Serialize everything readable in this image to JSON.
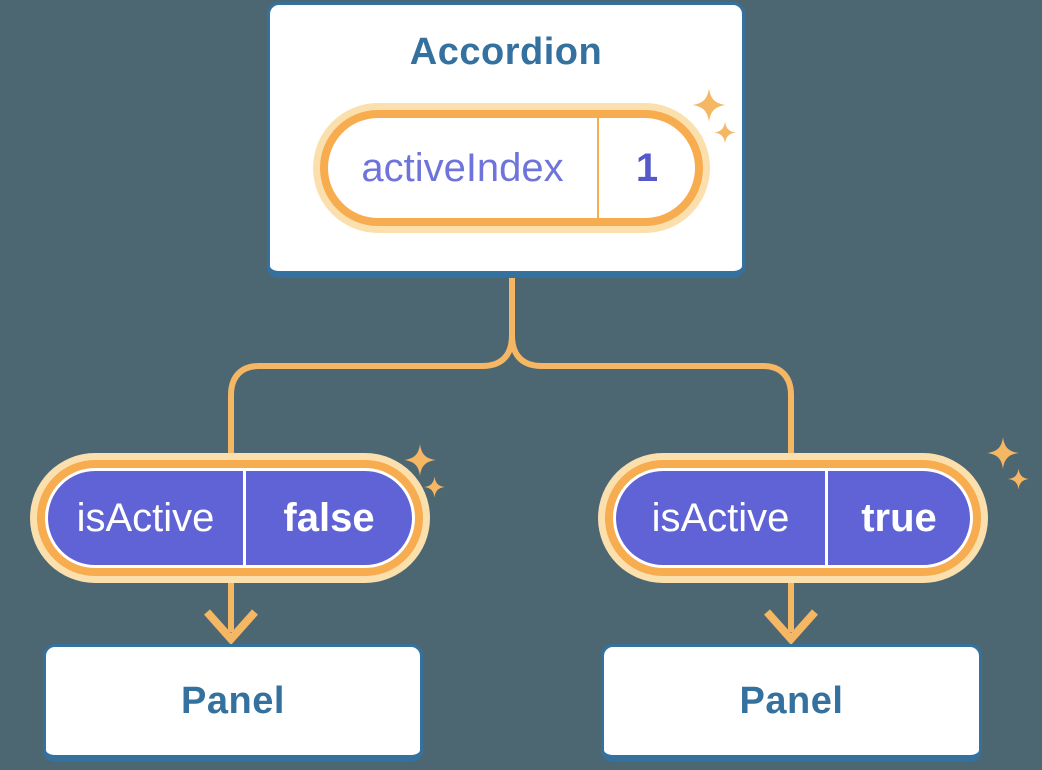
{
  "diagram": {
    "background_color": "#4C6772",
    "colors": {
      "bg": "#4C6772",
      "blue": "#35719F",
      "orange": "#F6AC4F",
      "orange-line": "#F5B763",
      "glow": "#FBDFAD",
      "purple": "#6063D5",
      "purple-text": "#6F74DB",
      "purple-value": "#5459CB",
      "white": "#FFFFFF"
    },
    "accordion": {
      "title": "Accordion",
      "state": {
        "label": "activeIndex",
        "value": "1"
      }
    },
    "children": [
      {
        "prop": {
          "label": "isActive",
          "value": "false"
        },
        "panel_label": "Panel"
      },
      {
        "prop": {
          "label": "isActive",
          "value": "true"
        },
        "panel_label": "Panel"
      }
    ]
  }
}
